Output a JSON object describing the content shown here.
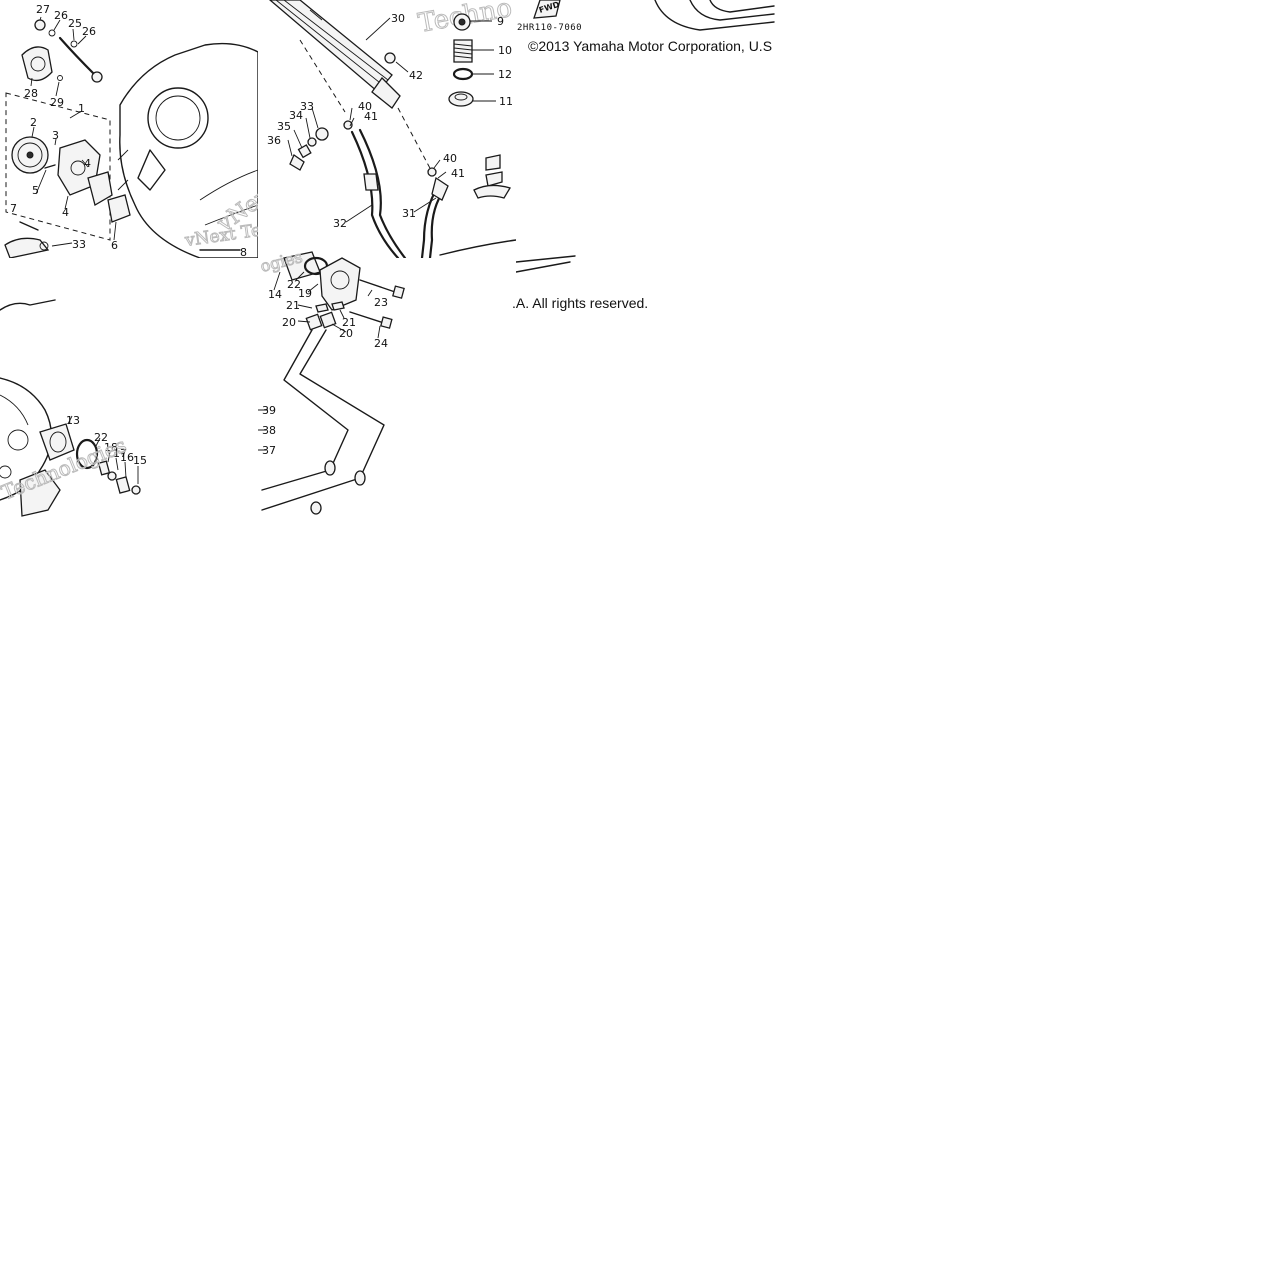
{
  "diagram": {
    "doc_code": "2HR110-7060",
    "fwd_label": "FWD",
    "copyright_left": "©2013 Yamaha Motor Corporation, U.S",
    "copyright_right": ".A. All rights reserved.",
    "watermarks": [
      "vNext Tec",
      "Techno",
      "ogies",
      "Technologies",
      "vNext"
    ],
    "callouts": {
      "tile_top_left": [
        "27",
        "26",
        "25",
        "26",
        "28",
        "29",
        "1",
        "2",
        "3",
        "4",
        "5",
        "4",
        "7",
        "6",
        "33",
        "8"
      ],
      "tile_top_mid": [
        "30",
        "42",
        "33",
        "34",
        "35",
        "36",
        "40",
        "41",
        "40",
        "41",
        "32",
        "31"
      ],
      "tile_top_right": [
        "9",
        "10",
        "12",
        "11"
      ],
      "tile_bottom_mid": [
        "14",
        "22",
        "19",
        "23",
        "21",
        "21",
        "20",
        "20",
        "24",
        "39",
        "38",
        "37"
      ],
      "tile_bottom_left": [
        "13",
        "22",
        "18",
        "17",
        "16",
        "15"
      ]
    }
  }
}
